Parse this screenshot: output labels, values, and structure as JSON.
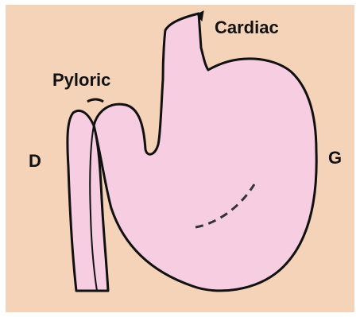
{
  "diagram": {
    "labels": {
      "cardiac": "Cardiac",
      "pyloric": "Pyloric",
      "d": "D",
      "g": "G"
    },
    "colors": {
      "background": "#f4d3b8",
      "stomach_fill": "#f6cde1",
      "outline": "#111111",
      "frame": "#ffffff"
    }
  }
}
